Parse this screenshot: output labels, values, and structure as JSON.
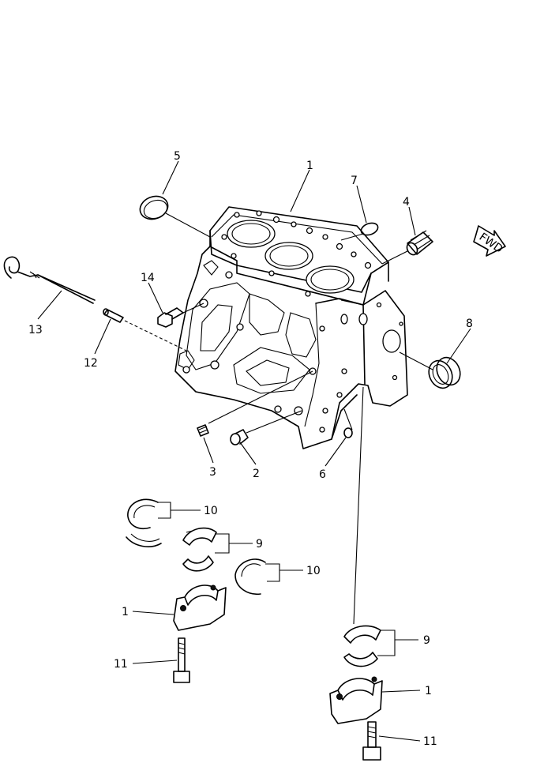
{
  "callouts": {
    "c1_top": "1",
    "c2": "2",
    "c3": "3",
    "c4": "4",
    "c5": "5",
    "c6": "6",
    "c7": "7",
    "c8": "8",
    "c9_upper": "9",
    "c9_lower": "9",
    "c10_upper": "10",
    "c10_lower": "10",
    "c1_cap_left": "1",
    "c1_cap_right": "1",
    "c11_left": "11",
    "c11_right": "11",
    "c12": "12",
    "c13": "13",
    "c14": "14"
  },
  "fwd_arrow": {
    "label": "FWD"
  },
  "figure": {
    "type": "exploded parts diagram",
    "subject": "engine cylinder block with main bearing caps"
  }
}
